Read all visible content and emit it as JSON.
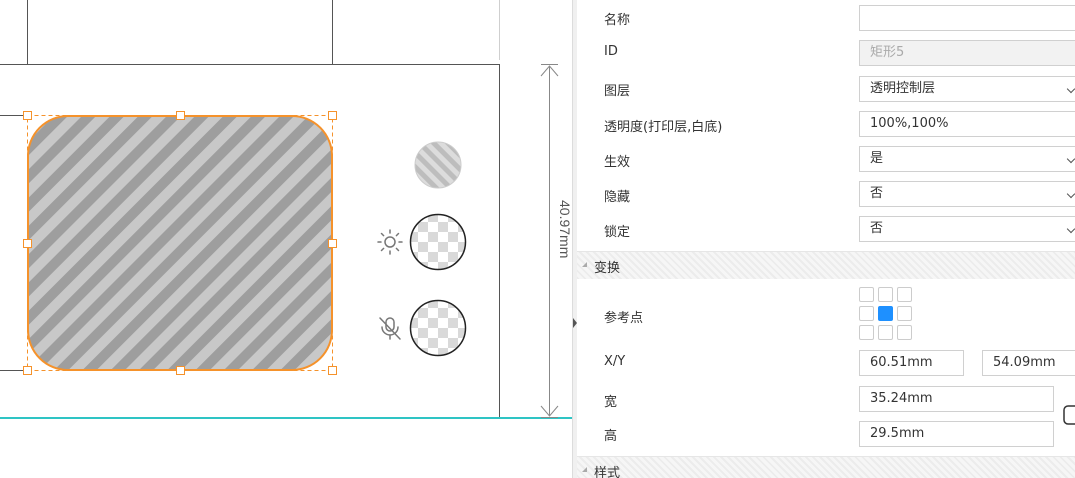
{
  "properties": {
    "name": {
      "label": "名称",
      "value": ""
    },
    "id": {
      "label": "ID",
      "value": "矩形5"
    },
    "layer": {
      "label": "图层",
      "value": "透明控制层"
    },
    "opacity": {
      "label": "透明度(打印层,白底)",
      "value": "100%,100%"
    },
    "effective": {
      "label": "生效",
      "value": "是"
    },
    "hidden": {
      "label": "隐藏",
      "value": "否"
    },
    "locked": {
      "label": "锁定",
      "value": "否"
    }
  },
  "transform": {
    "section_title": "变换",
    "reference_point": {
      "label": "参考点",
      "selected_index": 4
    },
    "xy": {
      "label": "X/Y",
      "x": "60.51mm",
      "y": "54.09mm"
    },
    "width": {
      "label": "宽",
      "value": "35.24mm"
    },
    "height": {
      "label": "高",
      "value": "29.5mm"
    }
  },
  "style": {
    "section_title": "样式"
  },
  "canvas": {
    "dimension_label": "40.97mm",
    "shape": {
      "fill": "hatched-gray",
      "stroke_color": "#f5922b"
    },
    "accent_color": "#2ec4c4",
    "controls": [
      {
        "name": "fill-style-preview",
        "icon": "hatch-circle-icon"
      },
      {
        "name": "brightness-transparency",
        "icon": "sun-icon"
      },
      {
        "name": "mute-transparency",
        "icon": "mic-off-icon"
      }
    ]
  }
}
